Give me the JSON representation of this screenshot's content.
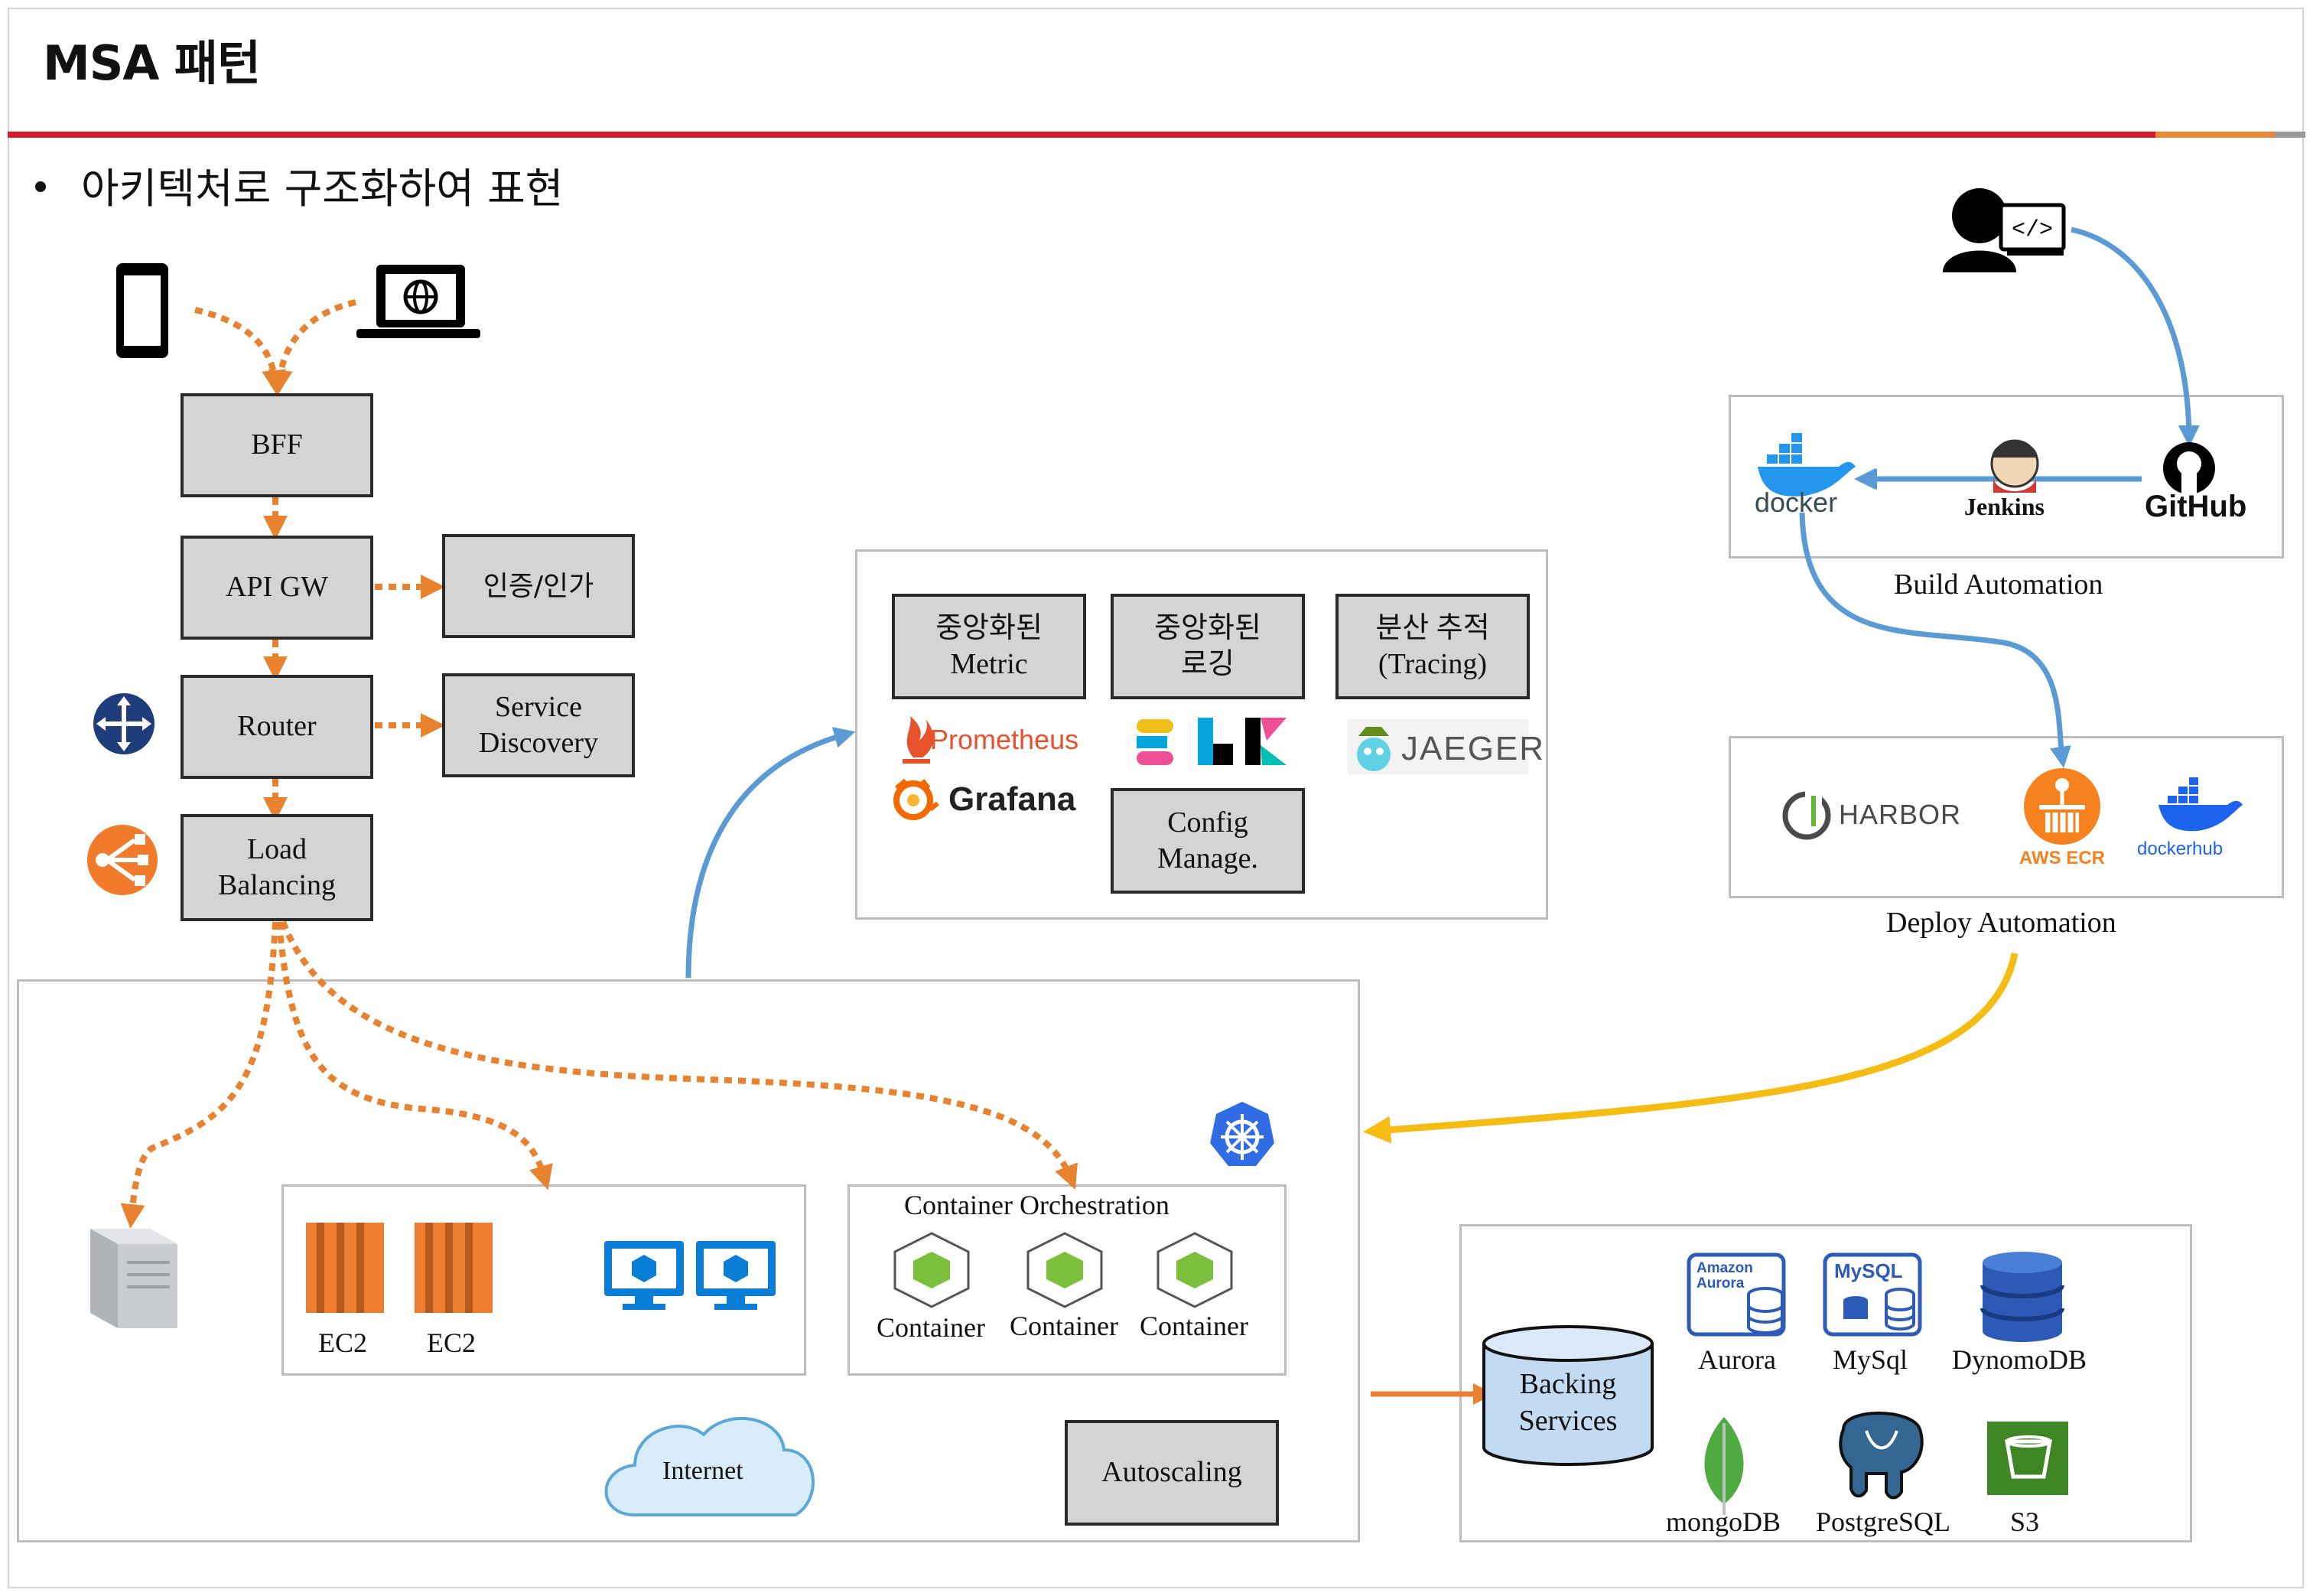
{
  "title": "MSA 패턴",
  "bullet": "아키텍처로 구조화하여 표현",
  "gateway": {
    "bff": "BFF",
    "api_gw": "API GW",
    "auth": "인증/인가",
    "router": "Router",
    "service_discovery": "Service\nDiscovery",
    "load_balancing": "Load\nBalancing"
  },
  "observability": {
    "metric": "중앙화된\nMetric",
    "logging": "중앙화된\n로깅",
    "tracing": "분산 추적\n(Tracing)",
    "config": "Config\nManage.",
    "prometheus": "Prometheus",
    "grafana": "Grafana",
    "jaeger": "JAEGER"
  },
  "build": {
    "label": "Build Automation",
    "docker": "docker",
    "jenkins": "Jenkins",
    "github": "GitHub"
  },
  "deploy": {
    "label": "Deploy Automation",
    "harbor": "HARBOR",
    "aws_ecr": "AWS ECR",
    "dockerhub": "dockerhub"
  },
  "runtime": {
    "ec2_1": "EC2",
    "ec2_2": "EC2",
    "orchestration": "Container Orchestration",
    "containers": [
      "Container",
      "Container",
      "Container"
    ],
    "internet": "Internet",
    "autoscaling": "Autoscaling"
  },
  "backing": {
    "label": "Backing\nServices",
    "aurora_logo": "Amazon\nAurora",
    "mysql_logo": "MySQL",
    "items": [
      "Aurora",
      "MySql",
      "DynomoDB",
      "mongoDB",
      "PostgreSQL",
      "S3"
    ]
  },
  "colors": {
    "orange_arrow": "#e8822e",
    "blue_arrow": "#5b9bd5",
    "yellow_arrow": "#f5bd14",
    "aws_orange": "#ed7d31",
    "azure_blue": "#0a7ed6",
    "k8s_blue": "#326ce5"
  }
}
